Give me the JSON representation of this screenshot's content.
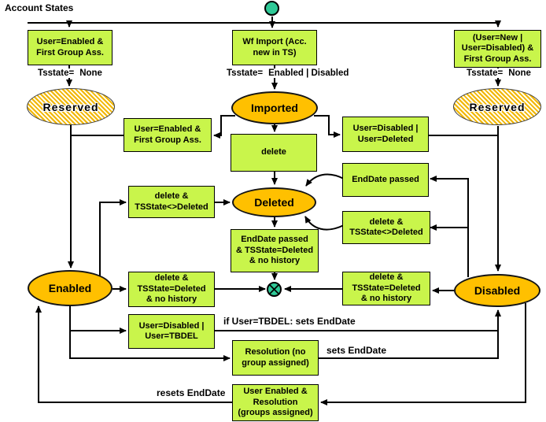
{
  "title": "Account States",
  "colors": {
    "background": "#ffffff",
    "condition_fill": "#c9f54b",
    "state_fill": "#ffc000",
    "hatch_stripe": "#f2b600",
    "node_fill": "#2fc997",
    "line": "#000000"
  },
  "states": {
    "reserved_left": "Reserved",
    "imported": "Imported",
    "reserved_right": "Reserved",
    "deleted": "Deleted",
    "enabled": "Enabled",
    "disabled": "Disabled"
  },
  "boxes": {
    "user_enabled_first_group_top": "User=Enabled &\nFirst Group Ass.",
    "wf_import": "Wf Import (Acc.\nnew in TS)",
    "user_new_or_disabled": "(User=New |\nUser=Disabled) &\nFirst Group Ass.",
    "user_enabled_first_group_mid": "User=Enabled &\nFirst Group Ass.",
    "user_disabled_or_deleted": "User=Disabled |\nUser=Deleted",
    "delete": "delete",
    "enddate_passed": "EndDate passed",
    "delete_tsstate_not_deleted_left": "delete &\nTSState<>Deleted",
    "delete_tsstate_not_deleted_right": "delete &\nTSState<>Deleted",
    "enddate_tsstate_deleted_no_history": "EndDate passed\n& TSState=Deleted\n& no history",
    "delete_tsstate_deleted_no_history_left": "delete &\nTSState=Deleted\n& no history",
    "delete_tsstate_deleted_no_history_right": "delete &\nTSState=Deleted\n& no history",
    "user_disabled_or_tbdel": "User=Disabled |\nUser=TBDEL",
    "resolution_no_group": "Resolution (no\ngroup assigned)",
    "user_enabled_resolution": "User Enabled &\nResolution\n(groups assigned)"
  },
  "edge_labels": {
    "tsstate_prefix_left": "Tsstate=",
    "tsstate_none_left": "None",
    "tsstate_prefix_center": "Tsstate=",
    "tsstate_enabled_disabled": "Enabled | Disabled",
    "tsstate_prefix_right": "Tsstate=",
    "tsstate_none_right": "None",
    "if_user_tbdel_sets_enddate": "if User=TBDEL: sets EndDate",
    "sets_enddate": "sets EndDate",
    "resets_enddate": "resets EndDate"
  }
}
